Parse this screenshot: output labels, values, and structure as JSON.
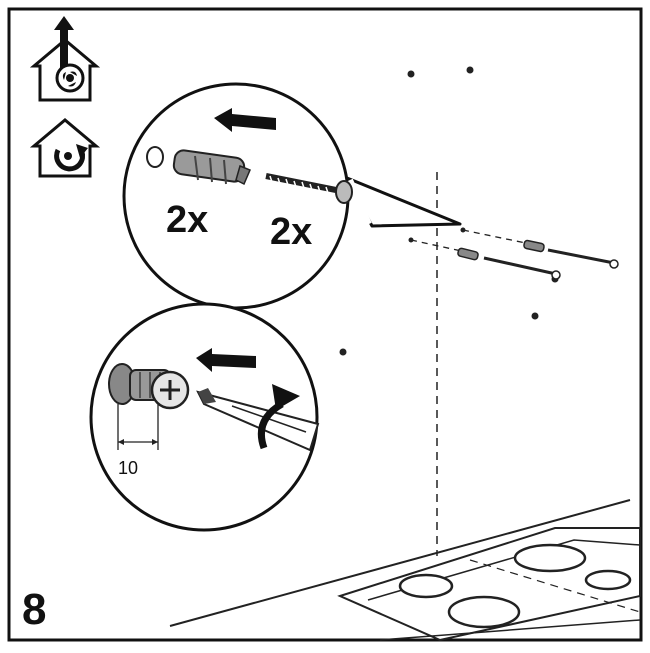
{
  "step_number": "8",
  "detail_top": {
    "plug_quantity": "2x",
    "screw_quantity": "2x"
  },
  "detail_bottom": {
    "dimension": "10"
  },
  "icons": [
    "extraction-mode-icon",
    "recirculation-mode-icon"
  ]
}
